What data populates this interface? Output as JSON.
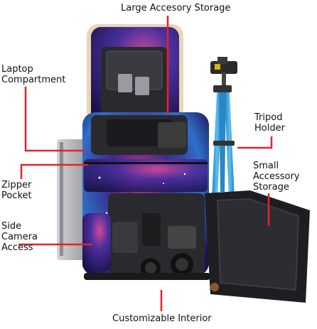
{
  "labels": {
    "large_storage": "Large Accesory Storage",
    "laptop": [
      "Laptop",
      "Compartment"
    ],
    "tripod": [
      "Tripod",
      "Holder"
    ],
    "small_storage": [
      "Small",
      "Accessory",
      "Storage"
    ],
    "zipper": [
      "Zipper",
      "Pocket"
    ],
    "side": [
      "Side",
      "Camera",
      "Access"
    ],
    "interior": "Customizable Interior"
  },
  "colors": {
    "pointer": "#e5222a",
    "bag_deep": "#1c1250",
    "bag_mid": "#3b2a8a",
    "bag_pink": "#c2357f",
    "bag_blue": "#2f6fc9",
    "interior": "#2a2a2e",
    "tripod_legs": "#3aa0d8",
    "laptop": "#b9b9bd"
  }
}
